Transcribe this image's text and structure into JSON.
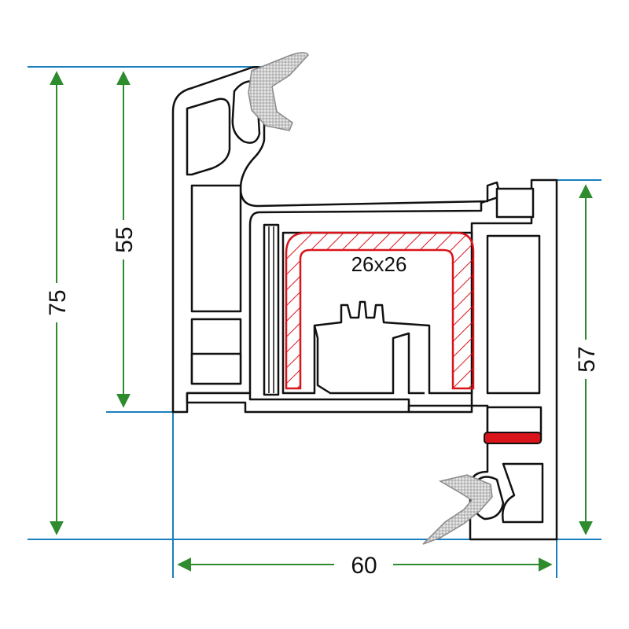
{
  "diagram": {
    "reinforcement_label": "26x26",
    "dimensions": {
      "total_height": "75",
      "sash_height": "55",
      "frame_height": "57",
      "width": "60"
    }
  },
  "colors": {
    "profile_stroke": "#111111",
    "profile_fill": "#ffffff",
    "reinforcement": "#d9141b",
    "dimension_line": "#2e8b2e",
    "extension_line": "#1a7fbf",
    "gasket": "#b3b3b3"
  }
}
